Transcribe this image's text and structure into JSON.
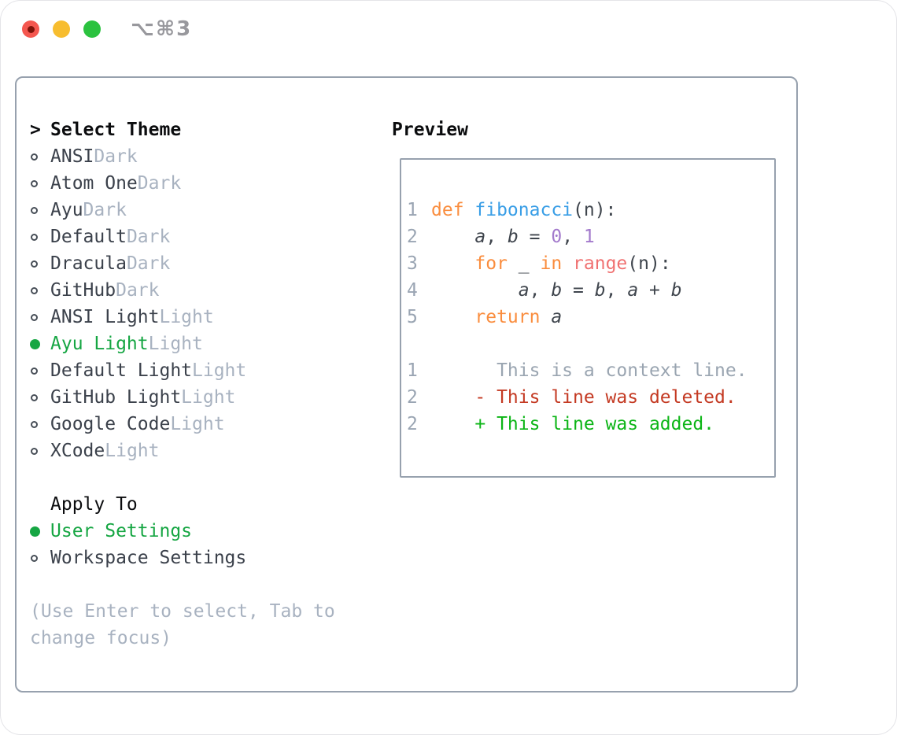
{
  "titlebar": {
    "shortcut": "⌥⌘3",
    "traffic_lights": [
      {
        "name": "close",
        "unsaved_dot": true
      },
      {
        "name": "minimize",
        "unsaved_dot": false
      },
      {
        "name": "zoom",
        "unsaved_dot": false
      }
    ]
  },
  "theme_picker": {
    "title_marker": ">",
    "title": "Select Theme",
    "items": [
      {
        "name": "ANSI",
        "variant": "Dark",
        "selected": false
      },
      {
        "name": "Atom One",
        "variant": "Dark",
        "selected": false
      },
      {
        "name": "Ayu",
        "variant": "Dark",
        "selected": false
      },
      {
        "name": "Default",
        "variant": "Dark",
        "selected": false
      },
      {
        "name": "Dracula",
        "variant": "Dark",
        "selected": false
      },
      {
        "name": "GitHub",
        "variant": "Dark",
        "selected": false
      },
      {
        "name": "ANSI Light",
        "variant": "Light",
        "selected": false
      },
      {
        "name": "Ayu Light",
        "variant": "Light",
        "selected": true
      },
      {
        "name": "Default Light",
        "variant": "Light",
        "selected": false
      },
      {
        "name": "GitHub Light",
        "variant": "Light",
        "selected": false
      },
      {
        "name": "Google Code",
        "variant": "Light",
        "selected": false
      },
      {
        "name": "XCode",
        "variant": "Light",
        "selected": false
      }
    ]
  },
  "apply_to": {
    "title": "Apply To",
    "options": [
      {
        "label": "User Settings",
        "selected": true
      },
      {
        "label": "Workspace Settings",
        "selected": false
      }
    ]
  },
  "hint": "(Use Enter to select, Tab to\nchange focus)",
  "preview": {
    "title": "Preview",
    "code_lines": [
      {
        "num": "1",
        "segments": [
          {
            "text": "def ",
            "style": "keyword"
          },
          {
            "text": "fibonacci",
            "style": "function"
          },
          {
            "text": "(n):",
            "style": "plain"
          }
        ]
      },
      {
        "num": "2",
        "segments": [
          {
            "text": "    ",
            "style": "plain"
          },
          {
            "text": "a",
            "style": "ident"
          },
          {
            "text": ", ",
            "style": "plain"
          },
          {
            "text": "b",
            "style": "ident"
          },
          {
            "text": " = ",
            "style": "plain"
          },
          {
            "text": "0",
            "style": "number"
          },
          {
            "text": ", ",
            "style": "plain"
          },
          {
            "text": "1",
            "style": "number"
          }
        ]
      },
      {
        "num": "3",
        "segments": [
          {
            "text": "    ",
            "style": "plain"
          },
          {
            "text": "for",
            "style": "keyword"
          },
          {
            "text": " _ ",
            "style": "plain"
          },
          {
            "text": "in",
            "style": "keyword"
          },
          {
            "text": " ",
            "style": "plain"
          },
          {
            "text": "range",
            "style": "call"
          },
          {
            "text": "(n):",
            "style": "plain"
          }
        ]
      },
      {
        "num": "4",
        "segments": [
          {
            "text": "        ",
            "style": "plain"
          },
          {
            "text": "a",
            "style": "ident"
          },
          {
            "text": ", ",
            "style": "plain"
          },
          {
            "text": "b",
            "style": "ident"
          },
          {
            "text": " = ",
            "style": "plain"
          },
          {
            "text": "b",
            "style": "ident"
          },
          {
            "text": ", ",
            "style": "plain"
          },
          {
            "text": "a",
            "style": "ident"
          },
          {
            "text": " + ",
            "style": "plain"
          },
          {
            "text": "b",
            "style": "ident"
          }
        ]
      },
      {
        "num": "5",
        "segments": [
          {
            "text": "    ",
            "style": "plain"
          },
          {
            "text": "return",
            "style": "keyword"
          },
          {
            "text": " ",
            "style": "plain"
          },
          {
            "text": "a",
            "style": "ident"
          }
        ]
      }
    ],
    "diff_lines": [
      {
        "num": "1",
        "text": "      This is a context line.",
        "style": "context"
      },
      {
        "num": "2",
        "text": "    - This line was deleted.",
        "style": "deleted"
      },
      {
        "num": "2",
        "text": "    + This line was added.",
        "style": "added"
      }
    ]
  },
  "colors": {
    "accent_green": "#16a643",
    "traffic_red": "#f4574f",
    "traffic_red_dot": "#7e1309",
    "traffic_yellow": "#f7bd2f",
    "traffic_green": "#2bc23f",
    "border_gray": "#97a1ae",
    "text_black": "#0b0c0e",
    "text_dark": "#3b414b",
    "text_muted": "#a8b2c0",
    "shortcut_gray": "#98989d",
    "code_keyword": "#fa8d3e",
    "code_function": "#399ee6",
    "code_number": "#a37acc",
    "code_call": "#f07171",
    "code_plain": "#3f454d",
    "code_linenum": "#9aa5b3",
    "diff_context": "#9aa5b1",
    "diff_deleted": "#c43a23",
    "diff_added": "#0cb516"
  }
}
